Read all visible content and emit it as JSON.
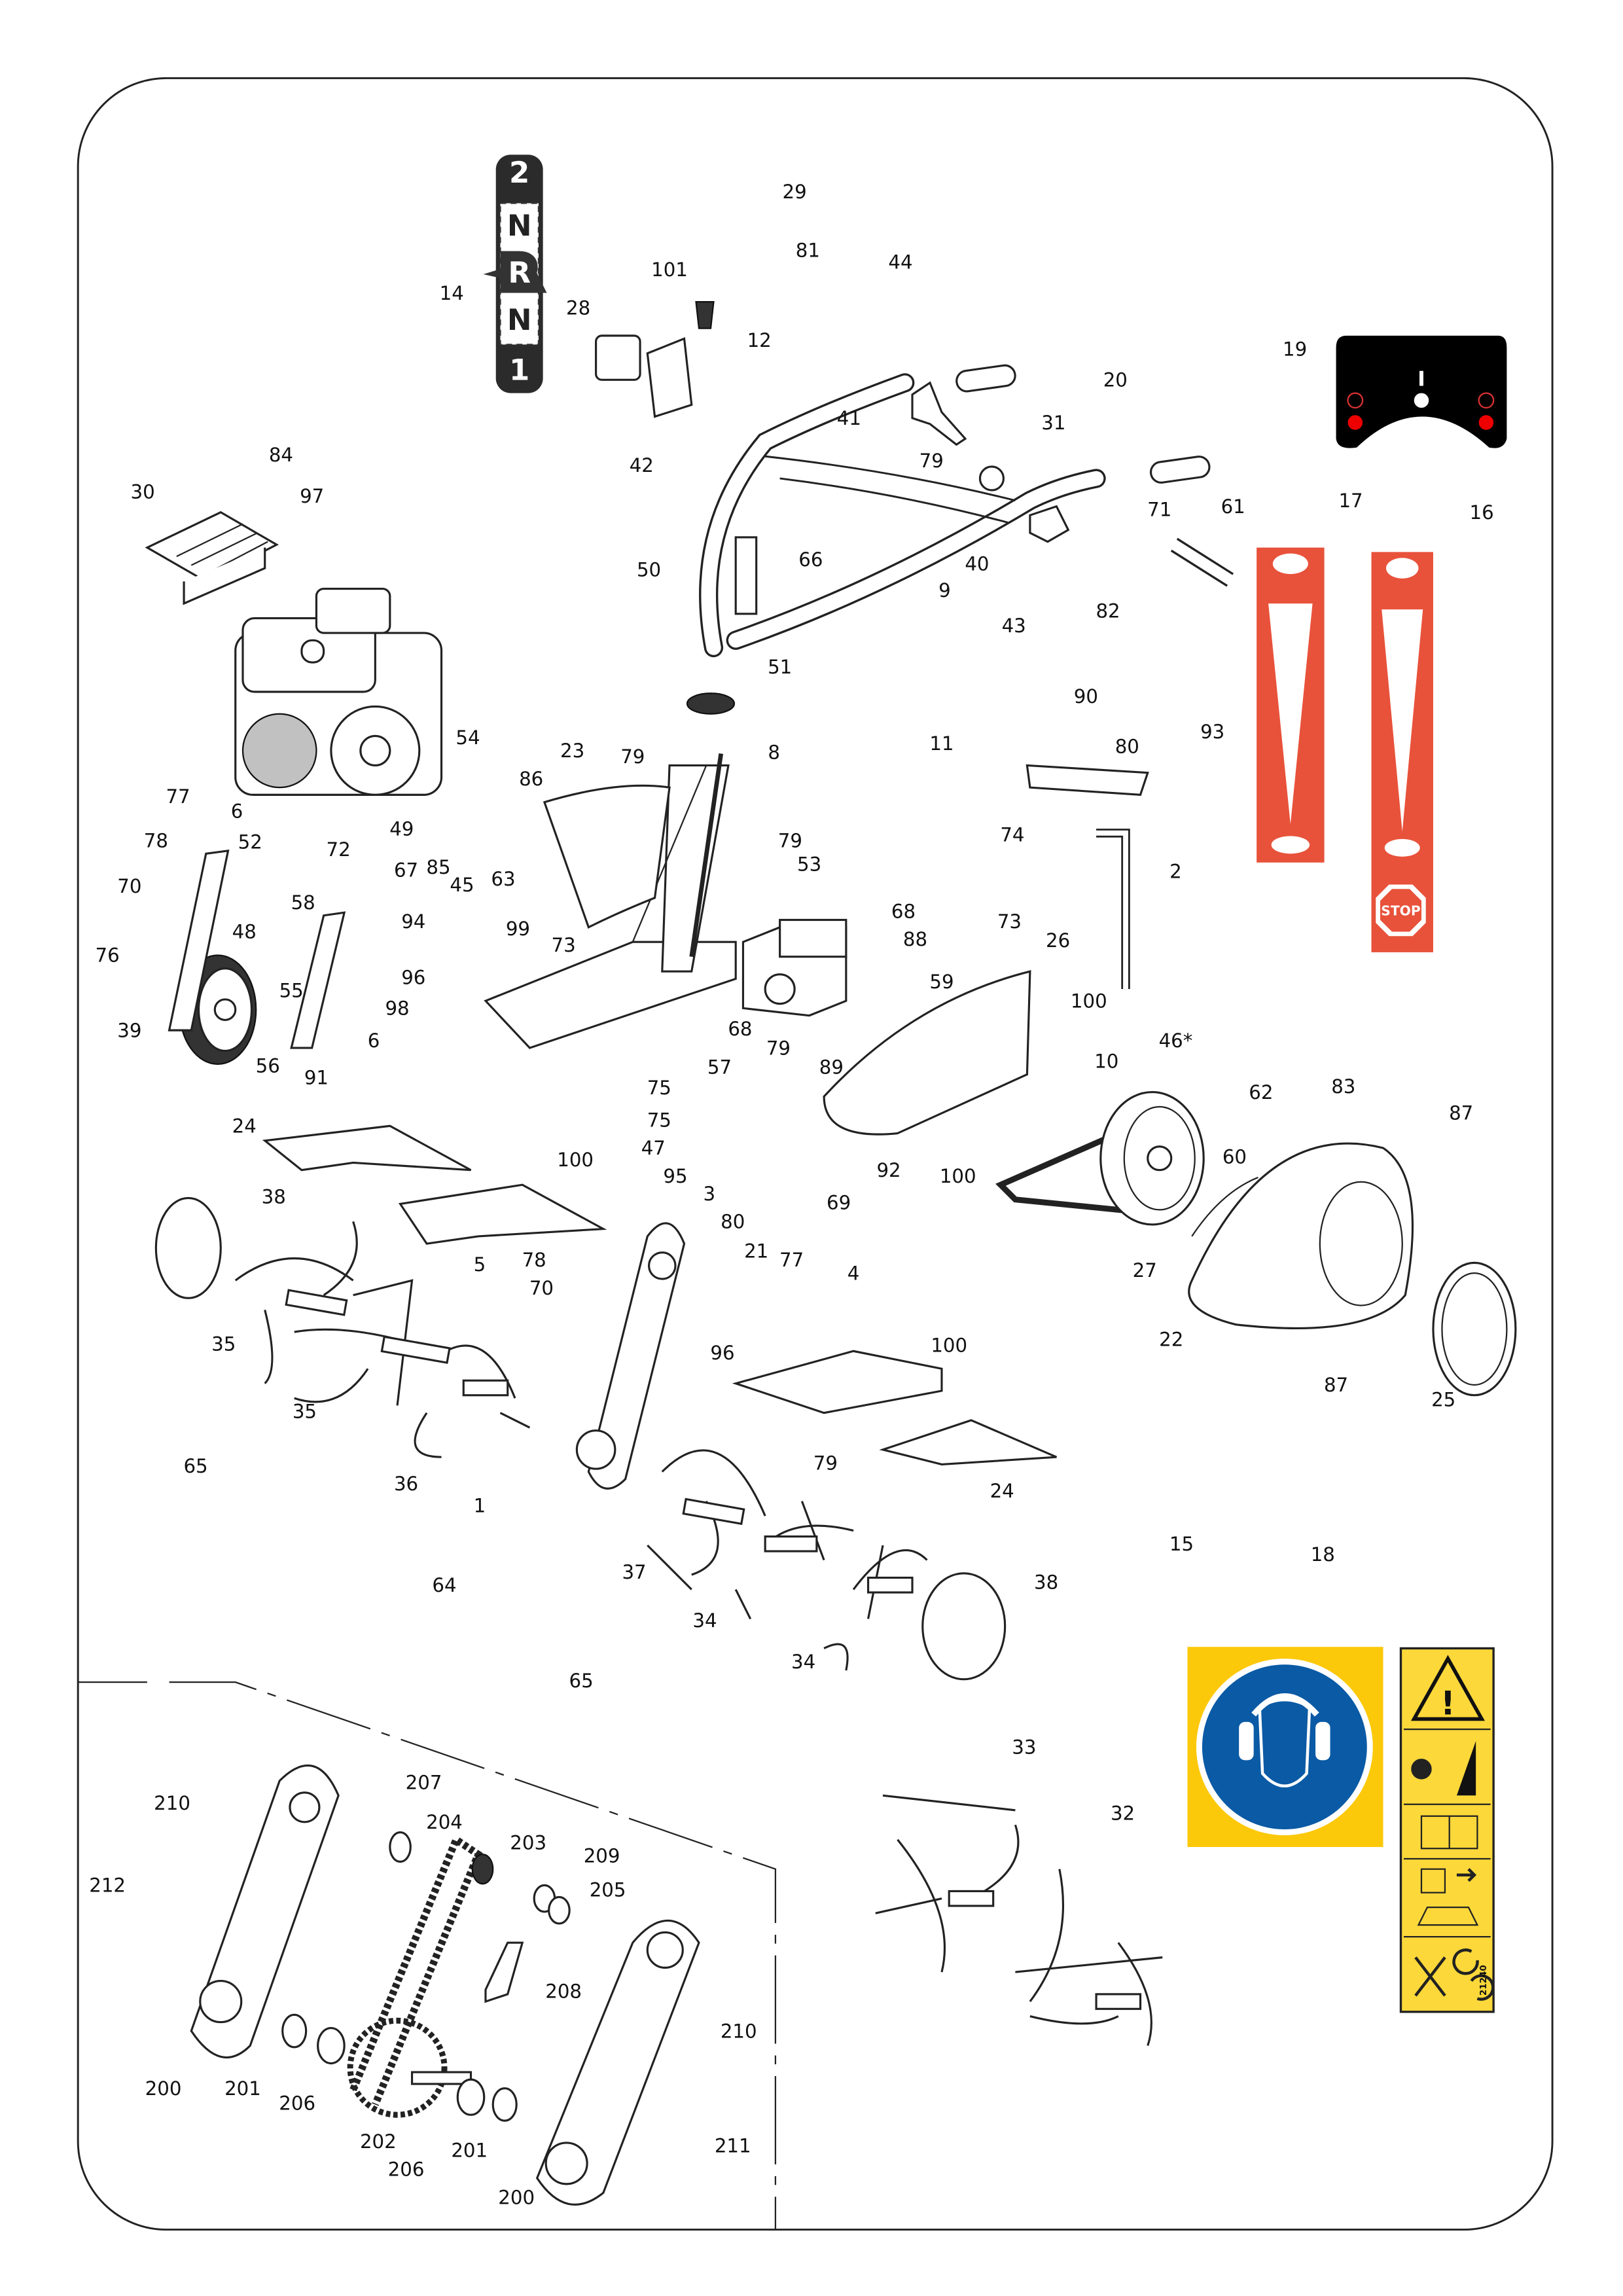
{
  "callouts": [
    "29",
    "81",
    "44",
    "101",
    "28",
    "12",
    "14",
    "42",
    "19",
    "20",
    "41",
    "31",
    "84",
    "30",
    "97",
    "79",
    "71",
    "61",
    "17",
    "16",
    "66",
    "50",
    "40",
    "9",
    "82",
    "43",
    "51",
    "90",
    "54",
    "80",
    "93",
    "11",
    "23",
    "79",
    "8",
    "86",
    "77",
    "6",
    "74",
    "49",
    "52",
    "78",
    "72",
    "67",
    "85",
    "45",
    "63",
    "79",
    "53",
    "2",
    "70",
    "58",
    "94",
    "99",
    "73",
    "68",
    "88",
    "73",
    "26",
    "48",
    "76",
    "96",
    "55",
    "59",
    "100",
    "39",
    "98",
    "68",
    "79",
    "89",
    "46*",
    "10",
    "56",
    "6",
    "91",
    "57",
    "75",
    "62",
    "83",
    "75",
    "87",
    "47",
    "60",
    "24",
    "100",
    "95",
    "3",
    "92",
    "100",
    "38",
    "80",
    "69",
    "21",
    "77",
    "78",
    "70",
    "5",
    "4",
    "27",
    "35",
    "96",
    "100",
    "22",
    "87",
    "25",
    "35",
    "65",
    "36",
    "1",
    "79",
    "24",
    "15",
    "18",
    "37",
    "64",
    "38",
    "34",
    "34",
    "65",
    "33",
    "32",
    "207",
    "210",
    "204",
    "203",
    "209",
    "212",
    "205",
    "208",
    "210",
    "200",
    "201",
    "206",
    "202",
    "206",
    "201",
    "211",
    "200"
  ],
  "decals": {
    "gear_selector_14": [
      "2",
      "N",
      "R",
      "N",
      "1"
    ],
    "throttle_19": "I",
    "speed_16_stop": "STOP",
    "warning_18_code": "21240"
  },
  "colors": {
    "decal_red": "#e8523a",
    "safety_yellow": "#fcc80a",
    "mandatory_blue": "#0a5aa5",
    "outline": "#222222"
  }
}
